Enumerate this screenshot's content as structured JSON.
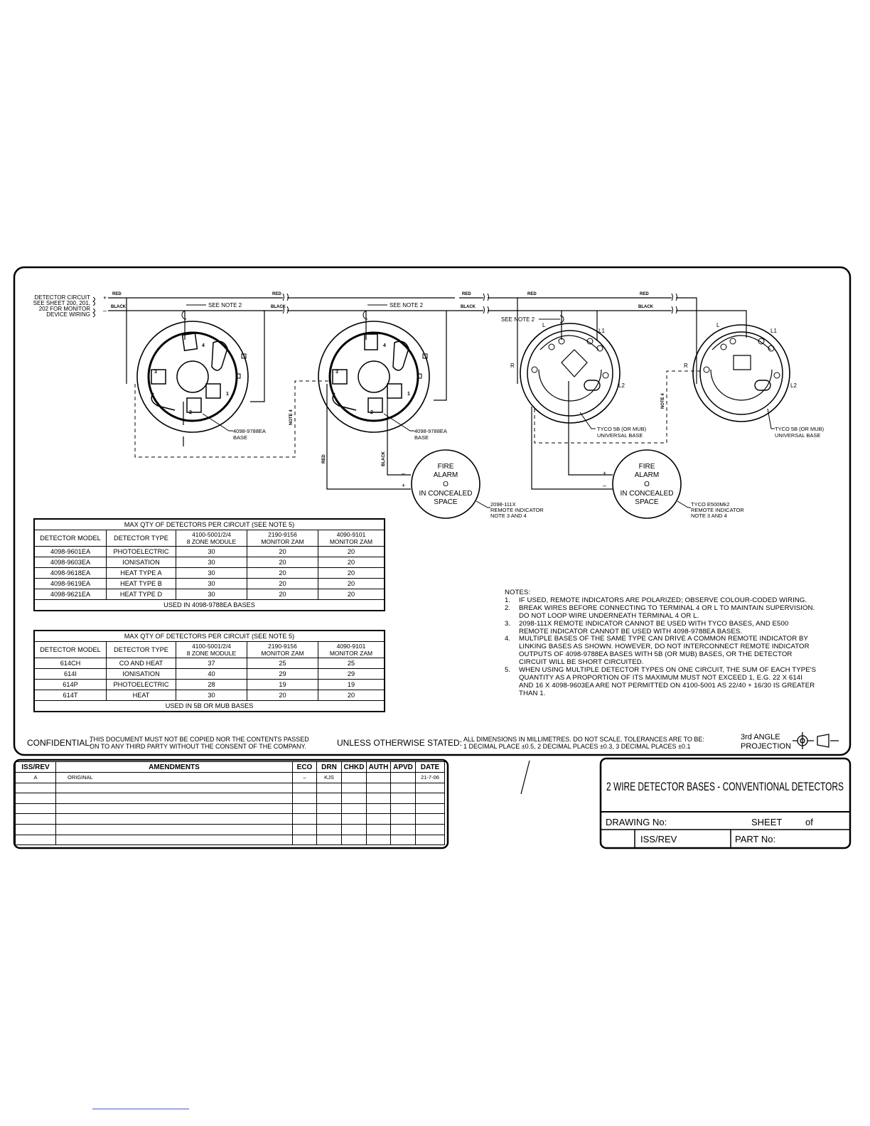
{
  "circuit_label": [
    "DETECTOR CIRCUIT",
    "SEE SHEET 200, 201,",
    "202 FOR MONITOR",
    "DEVICE WIRING"
  ],
  "wire": {
    "red": "RED",
    "black": "BLACK",
    "plus": "+",
    "minus": "–"
  },
  "see_note_2": "SEE NOTE 2",
  "note_4": "NOTE 4",
  "bases": [
    {
      "model": "4098-9788EA",
      "desc": "BASE"
    },
    {
      "model": "4098-9788EA",
      "desc": "BASE"
    },
    {
      "model": "TYCO 5B (OR MUB)",
      "desc": "UNIVERSAL BASE"
    },
    {
      "model": "TYCO 5B (OR MUB)",
      "desc": "UNIVERSAL BASE"
    }
  ],
  "terminals": {
    "t1": "1",
    "t2": "2",
    "t3": "3",
    "t4": "4",
    "L": "L",
    "L1": "L1",
    "L2": "L2",
    "R": "R"
  },
  "indicators": [
    {
      "lines": [
        "FIRE",
        "ALARM",
        "O",
        "IN CONCEALED",
        "SPACE"
      ],
      "model": "2098-111X",
      "desc": "REMOTE INDICATOR",
      "note": "NOTE 3 AND 4"
    },
    {
      "lines": [
        "FIRE",
        "ALARM",
        "O",
        "IN CONCEALED",
        "SPACE"
      ],
      "model": "TYCO E500Mk2",
      "desc": "REMOTE INDICATOR",
      "note": "NOTE 3 AND 4"
    }
  ],
  "table1": {
    "title": "MAX QTY OF DETECTORS PER CIRCUIT (SEE NOTE 5)",
    "headers": [
      "DETECTOR MODEL",
      "DETECTOR TYPE",
      "4100-5001/2/4",
      "8 ZONE MODULE",
      "2190-9156",
      "MONITOR ZAM",
      "4090-9101",
      "MONITOR ZAM"
    ],
    "rows": [
      [
        "4098-9601EA",
        "PHOTOELECTRIC",
        "30",
        "20",
        "20"
      ],
      [
        "4098-9603EA",
        "IONISATION",
        "30",
        "20",
        "20"
      ],
      [
        "4098-9618EA",
        "HEAT TYPE A",
        "30",
        "20",
        "20"
      ],
      [
        "4098-9619EA",
        "HEAT TYPE B",
        "30",
        "20",
        "20"
      ],
      [
        "4098-9621EA",
        "HEAT TYPE D",
        "30",
        "20",
        "20"
      ]
    ],
    "footer": "USED IN 4098-9788EA BASES"
  },
  "table2": {
    "title": "MAX QTY OF DETECTORS PER CIRCUIT (SEE NOTE 5)",
    "headers": [
      "DETECTOR MODEL",
      "DETECTOR TYPE",
      "4100-5001/2/4",
      "8 ZONE MODULE",
      "2190-9156",
      "MONITOR ZAM",
      "4090-9101",
      "MONITOR ZAM"
    ],
    "rows": [
      [
        "614CH",
        "CO AND HEAT",
        "37",
        "25",
        "25"
      ],
      [
        "614I",
        "IONISATION",
        "40",
        "29",
        "29"
      ],
      [
        "614P",
        "PHOTOELECTRIC",
        "28",
        "19",
        "19"
      ],
      [
        "614T",
        "HEAT",
        "30",
        "20",
        "20"
      ]
    ],
    "footer": "USED IN 5B OR MUB BASES"
  },
  "notes": {
    "heading": "NOTES:",
    "items": [
      {
        "num": "1.",
        "text": "IF USED, REMOTE INDICATORS ARE POLARIZED; OBSERVE COLOUR-CODED WIRING."
      },
      {
        "num": "2.",
        "text": "BREAK WIRES BEFORE CONNECTING TO TERMINAL 4 OR L TO MAINTAIN SUPERVISION. DO NOT LOOP WIRE UNDERNEATH TERMINAL 4 OR L."
      },
      {
        "num": "3.",
        "text": "2098-111X REMOTE INDICATOR CANNOT BE USED WITH TYCO BASES, AND E500 REMOTE INDICATOR CANNOT BE USED WITH 4098-9788EA BASES."
      },
      {
        "num": "4.",
        "text": "MULTIPLE BASES OF THE SAME TYPE CAN DRIVE A COMMON REMOTE INDICATOR BY LINKING BASES AS SHOWN. HOWEVER, DO NOT INTERCONNECT REMOTE INDICATOR OUTPUTS OF 4098-9788EA BASES WITH 5B (OR MUB) BASES, OR THE DETECTOR CIRCUIT WILL BE SHORT CIRCUITED."
      },
      {
        "num": "5.",
        "text": "WHEN USING MULTIPLE DETECTOR TYPES ON ONE CIRCUIT, THE SUM OF EACH TYPE'S QUANTITY AS A PROPORTION OF ITS MAXIMUM MUST NOT EXCEED 1, E.G. 22 X 614I AND 16 X 4098-9603EA ARE NOT PERMITTED ON 4100-5001 AS 22/40 + 16/30 IS GREATER THAN 1."
      }
    ]
  },
  "footer": {
    "confidential_label": "CONFIDENTIAL:",
    "confidential_text": [
      "THIS DOCUMENT MUST NOT BE COPIED NOR THE CONTENTS PASSED",
      "ON TO ANY THIRD PARTY WITHOUT THE CONSENT OF THE COMPANY."
    ],
    "unless_label": "UNLESS OTHERWISE STATED:",
    "unless_text": [
      "ALL DIMENSIONS IN MILLIMETRES. DO NOT SCALE. TOLERANCES ARE TO BE:",
      "1 DECIMAL PLACE ±0.5, 2 DECIMAL PLACES ±0.3, 3 DECIMAL PLACES ±0.1"
    ],
    "projection": [
      "3rd ANGLE",
      "PROJECTION"
    ]
  },
  "amendments": {
    "headers": [
      "ISS/REV",
      "AMENDMENTS",
      "ECO",
      "DRN",
      "CHKD",
      "AUTH",
      "APVD",
      "DATE"
    ],
    "rows": [
      [
        "A",
        "ORIGINAL",
        "–",
        "KJS",
        "",
        "",
        "",
        "21-7-06"
      ]
    ]
  },
  "title_block": {
    "title": "2 WIRE DETECTOR BASES - CONVENTIONAL DETECTORS",
    "drawing_no_label": "DRAWING No:",
    "sheet_label": "SHEET",
    "of_label": "of",
    "iss_rev_label": "ISS/REV",
    "part_no_label": "PART No:"
  }
}
